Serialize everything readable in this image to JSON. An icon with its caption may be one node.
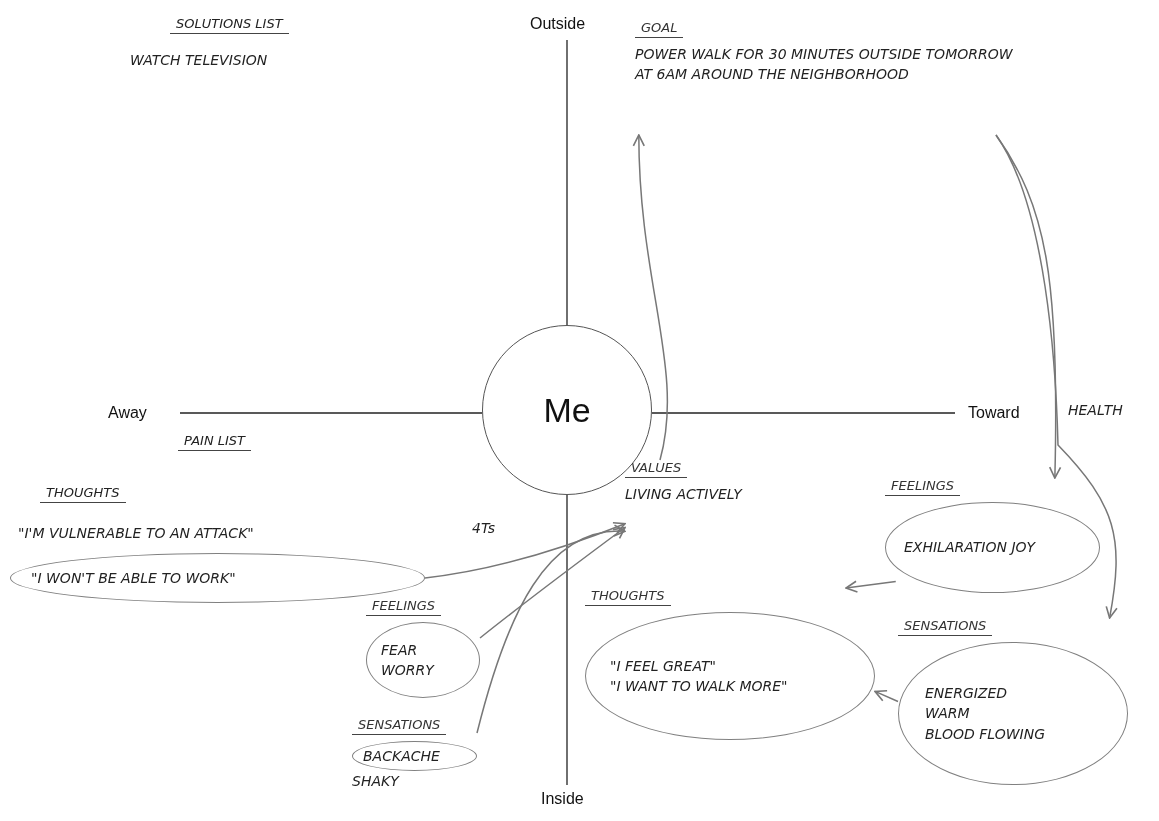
{
  "diagram": {
    "nodes": [
      {
        "text": [
          "Me"
        ]
      },
      {
        "text": [
          "GOAL",
          "POWER WALK FOR 30 MINUTES OUTSIDE TOMORROW AT 6AM AROUND THE NEIGHBORHOOD"
        ]
      },
      {
        "text": [
          "VALUES",
          "LIVING ACTIVELY"
        ]
      },
      {
        "text": [
          "\"I WON'T BE ABLE TO WORK\""
        ]
      },
      {
        "text": [
          "FEELINGS",
          "FEAR WORRY"
        ]
      },
      {
        "text": [
          "SENSATIONS",
          "BACKACHE"
        ],
        "beside": [
          "SHAKY"
        ]
      },
      {
        "text": [
          "FEELINGS",
          "EXHILARATION JOY"
        ]
      },
      {
        "text": [
          "THOUGHTS",
          "\"I FEEL GREAT\"",
          "\"I WANT TO WALK MORE\""
        ]
      },
      {
        "text": [
          "SENSATIONS",
          "ENERGIZED",
          "WARM",
          "BLOOD FLOWING"
        ]
      }
    ],
    "edges": [
      {
        "from": 3,
        "to": 2,
        "arrow": "to"
      },
      {
        "from": 4,
        "to": 2,
        "arrow": "to"
      },
      {
        "from": 5,
        "to": 2,
        "arrow": "to"
      },
      {
        "from": 2,
        "to": 1,
        "arrow": "to"
      },
      {
        "from": 1,
        "to": 6,
        "arrow": "to"
      },
      {
        "from": 1,
        "to": 8,
        "arrow": "to"
      },
      {
        "from": 6,
        "to": 7,
        "arrow": "to"
      },
      {
        "from": 8,
        "to": 7,
        "arrow": "to"
      }
    ],
    "labels": [
      "SOLUTIONS LIST",
      "Outside",
      "WATCH TELEVISION",
      "Away",
      "Toward",
      "HEALTH",
      "PAIN LIST",
      "THOUGHTS",
      "\"I'M VULNERABLE TO AN ATTACK\"",
      "4Ts",
      "Inside"
    ]
  }
}
